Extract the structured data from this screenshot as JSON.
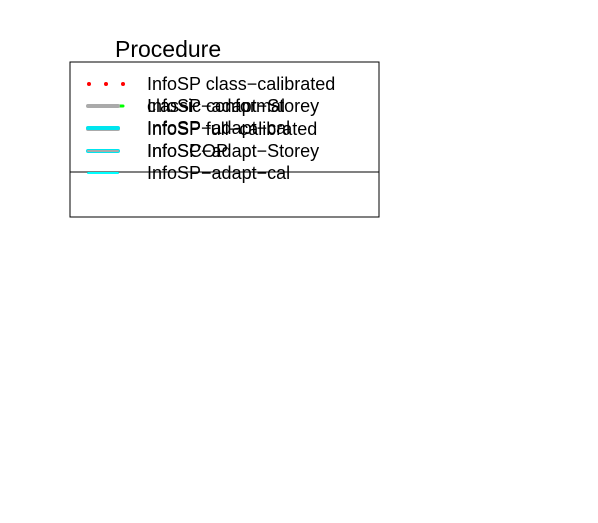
{
  "chart_data": {
    "type": "line",
    "title": "",
    "xlabel": "",
    "ylabel": "",
    "legend_title": "Procedure",
    "legend_placement": "top-left",
    "legend_groups": [
      {
        "entries": [
          {
            "label": "InfoSP class−calibrated",
            "color": "#ff0000",
            "style": "dotted"
          },
          {
            "label": "classic conformal",
            "color": "#00ff00",
            "style": "dashed"
          },
          {
            "label": "InfoSP full−calibrated",
            "color": "#aaaaaa",
            "style": "solid"
          },
          {
            "label": "InfoSCOP",
            "color": "#00e5ee",
            "style": "solid"
          }
        ]
      },
      {
        "entries": [
          {
            "label": "InfoSP−adapt−Storey",
            "color": "#aaaaaa",
            "style": "solid"
          },
          {
            "label": "InfoSP−adapt−cal",
            "color": "#00e5ee",
            "style": "solid"
          },
          {
            "label": "InfoSP−adapt−Storey",
            "color": "#aaaaaa",
            "style": "solid"
          },
          {
            "label": "InfoSP−adapt−cal",
            "color": "#00ffff",
            "style": "solid"
          }
        ]
      }
    ]
  }
}
